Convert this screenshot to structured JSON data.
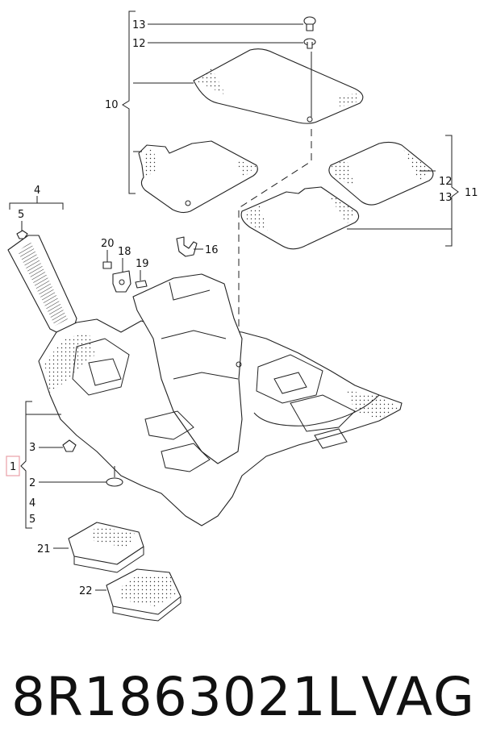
{
  "diagram": {
    "callouts": {
      "c13_top": "13",
      "c12_top": "12",
      "c10": "10",
      "c4_top": "4",
      "c5_top": "5",
      "c12_right": "12",
      "c13_right": "13",
      "c11": "11",
      "c20": "20",
      "c18": "18",
      "c16": "16",
      "c19": "19",
      "c3": "3",
      "c1": "1",
      "c2": "2",
      "c4_bottom": "4",
      "c5_bottom": "5",
      "c21": "21",
      "c22": "22"
    },
    "highlight_color": "#e8a0a8"
  },
  "caption": {
    "part_number": "8R1863021L",
    "brand": "VAG"
  }
}
